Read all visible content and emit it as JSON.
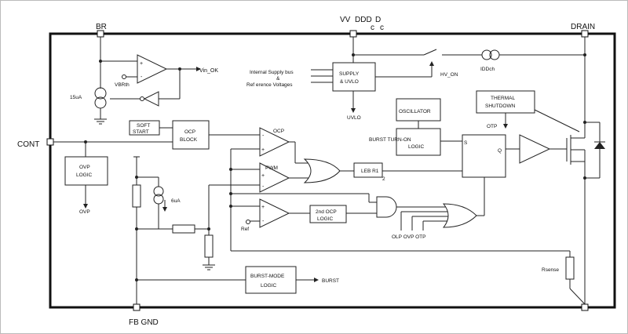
{
  "pins": {
    "br": "BR",
    "vdd_a": "VV",
    "vdd_b": "DDD",
    "vdd_c": "D",
    "vdd_d": "c",
    "vdd_e": "c",
    "drain": "DRAIN",
    "cont": "CONT",
    "fbgnd": "FB GND"
  },
  "blocks": {
    "supply_l1": "SUPPLY",
    "supply_l2": "& UVLO",
    "soft_l1": "SOFT",
    "soft_l2": "START",
    "ocpblk_l1": "OCP",
    "ocpblk_l2": "BLOCK",
    "ovp_l1": "OVP",
    "ovp_l2": "LOGIC",
    "osc": "OSCILLATOR",
    "burst_turnon_l1": "BURST TURN-ON",
    "burst_turnon_l2": "LOGIC",
    "thermal_l1": "THERMAL",
    "thermal_l2": "SHUTDOWN",
    "leb": "LEB R1",
    "ocp2_l1": "2nd OCP",
    "ocp2_l2": "LOGIC",
    "burstmode_l1": "BURST-MODE",
    "burstmode_l2": "LOGIC"
  },
  "labels": {
    "vin_ok": "Vin_OK",
    "vbrth": "VBRth",
    "i15": "15uA",
    "bus_l1": "Internal Supply bus",
    "bus_l2": "&",
    "bus_l3": "Ref erence Voltages",
    "hv_on": "HV_ON",
    "iddch": "IDDch",
    "uvlo": "UVLO",
    "otp": "OTP",
    "ocp": "OCP",
    "pwm": "PWM",
    "ovp": "OVP",
    "i6": "6uA",
    "ref": "Ref",
    "s": "S",
    "q": "Q",
    "r2": "2",
    "olp_ovp_otp": "OLP OVP OTP",
    "rsense": "Rsense",
    "burst": "BURST",
    "plus_a": "+",
    "minus_a": "-",
    "minus_ocp": "-",
    "plus_ocp": "+",
    "plus_pwm": "+",
    "minus_pwm": "-",
    "plus_c": "+",
    "minus_c": "-"
  }
}
